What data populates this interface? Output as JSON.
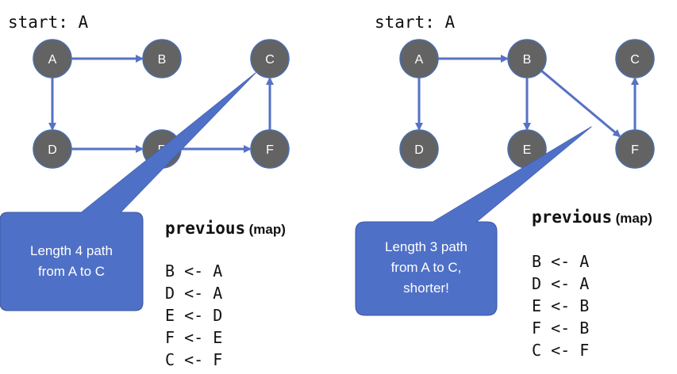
{
  "colors": {
    "node_fill": "#636363",
    "node_stroke": "#4a6eb0",
    "edge": "#5672c4",
    "callout_fill": "#4f70c7",
    "callout_stroke": "#3a56a0"
  },
  "panels": [
    {
      "start_label": "start: A",
      "nodes": [
        {
          "id": "A",
          "label": "A"
        },
        {
          "id": "B",
          "label": "B"
        },
        {
          "id": "C",
          "label": "C"
        },
        {
          "id": "D",
          "label": "D"
        },
        {
          "id": "E",
          "label": "E"
        },
        {
          "id": "F",
          "label": "F"
        }
      ],
      "edges": [
        {
          "from": "A",
          "to": "B"
        },
        {
          "from": "A",
          "to": "D"
        },
        {
          "from": "D",
          "to": "E"
        },
        {
          "from": "E",
          "to": "F"
        },
        {
          "from": "F",
          "to": "C"
        }
      ],
      "callout": {
        "lines": [
          "Length 4 path",
          "from A to C"
        ]
      },
      "previous": {
        "title_word": "previous",
        "title_suffix": "(map)",
        "entries": [
          "B <- A",
          "D <- A",
          "E <- D",
          "F <- E",
          "C <- F"
        ]
      }
    },
    {
      "start_label": "start: A",
      "nodes": [
        {
          "id": "A",
          "label": "A"
        },
        {
          "id": "B",
          "label": "B"
        },
        {
          "id": "C",
          "label": "C"
        },
        {
          "id": "D",
          "label": "D"
        },
        {
          "id": "E",
          "label": "E"
        },
        {
          "id": "F",
          "label": "F"
        }
      ],
      "edges": [
        {
          "from": "A",
          "to": "B"
        },
        {
          "from": "A",
          "to": "D"
        },
        {
          "from": "B",
          "to": "E"
        },
        {
          "from": "B",
          "to": "F"
        },
        {
          "from": "F",
          "to": "C"
        }
      ],
      "callout": {
        "lines": [
          "Length 3 path",
          "from A to C,",
          "shorter!"
        ]
      },
      "previous": {
        "title_word": "previous",
        "title_suffix": "(map)",
        "entries": [
          "B <- A",
          "D <- A",
          "E <- B",
          "F <- B",
          "C <- F"
        ]
      }
    }
  ]
}
